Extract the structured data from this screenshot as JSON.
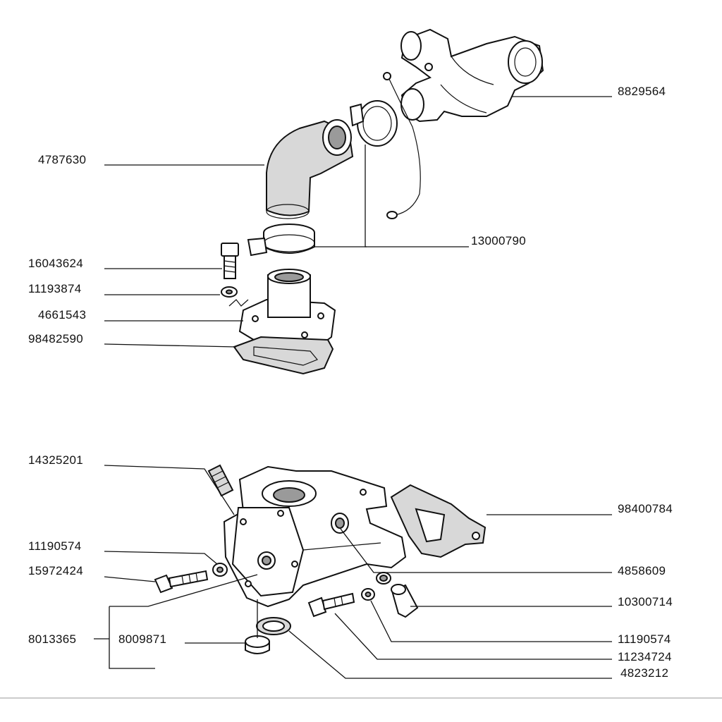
{
  "labels": {
    "p8829564": "8829564",
    "p4787630": "4787630",
    "p13000790": "13000790",
    "p16043624": "16043624",
    "p11193874": "11193874",
    "p4661543": "4661543",
    "p98482590": "98482590",
    "p14325201": "14325201",
    "p98400784": "98400784",
    "p11190574_left": "11190574",
    "p15972424": "15972424",
    "p4858609": "4858609",
    "p10300714": "10300714",
    "p8013365": "8013365",
    "p8009871": "8009871",
    "p11190574_right": "11190574",
    "p11234724": "11234724",
    "p4823212": "4823212"
  }
}
